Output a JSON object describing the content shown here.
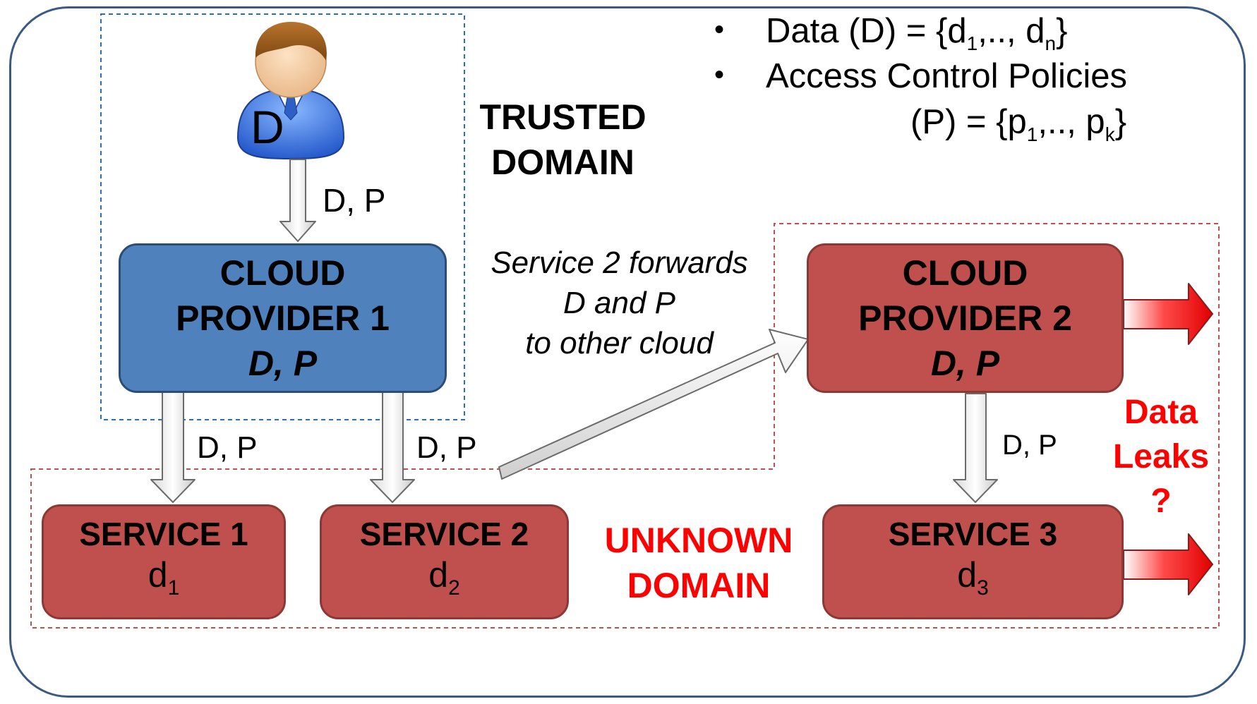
{
  "legend": {
    "data_text": "Data (D) = {d",
    "data_sub_1": "1",
    "data_mid": ",.., d",
    "data_sub_n": "n",
    "data_end": "}",
    "policies_line1": "Access Control Policies",
    "policies_prefix": "(P) = {p",
    "policies_sub_1": "1",
    "policies_mid": ",.., p",
    "policies_sub_k": "k",
    "policies_end": "}"
  },
  "user": {
    "label": "D"
  },
  "trusted_domain": {
    "line1": "TRUSTED",
    "line2": "DOMAIN"
  },
  "unknown_domain": {
    "line1": "UNKNOWN",
    "line2": "DOMAIN"
  },
  "cloud1": {
    "line1": "CLOUD",
    "line2": "PROVIDER 1",
    "line3": "D, P"
  },
  "cloud2": {
    "line1": "CLOUD",
    "line2": "PROVIDER 2",
    "line3": "D, P"
  },
  "services": [
    {
      "title": "SERVICE 1",
      "data": "d",
      "sub": "1"
    },
    {
      "title": "SERVICE 2",
      "data": "d",
      "sub": "2"
    },
    {
      "title": "SERVICE 3",
      "data": "d",
      "sub": "3"
    }
  ],
  "arrow_labels": {
    "user_to_cloud1": "D, P",
    "cloud1_to_service1": "D, P",
    "cloud1_to_service2": "D, P",
    "cloud2_to_service3": "D, P"
  },
  "forward_note": {
    "line1": "Service 2 forwards",
    "line2": "D and P",
    "line3": "to other cloud"
  },
  "leak": {
    "line1": "Data",
    "line2": "Leaks",
    "line3": "?"
  },
  "colors": {
    "frame": "#3a5a82",
    "trusted_box": "#4f81bd",
    "unknown_box": "#c0504d",
    "alert_text": "#ff0000",
    "trusted_border": "#2a6fb5",
    "unknown_border": "#c0504d"
  }
}
